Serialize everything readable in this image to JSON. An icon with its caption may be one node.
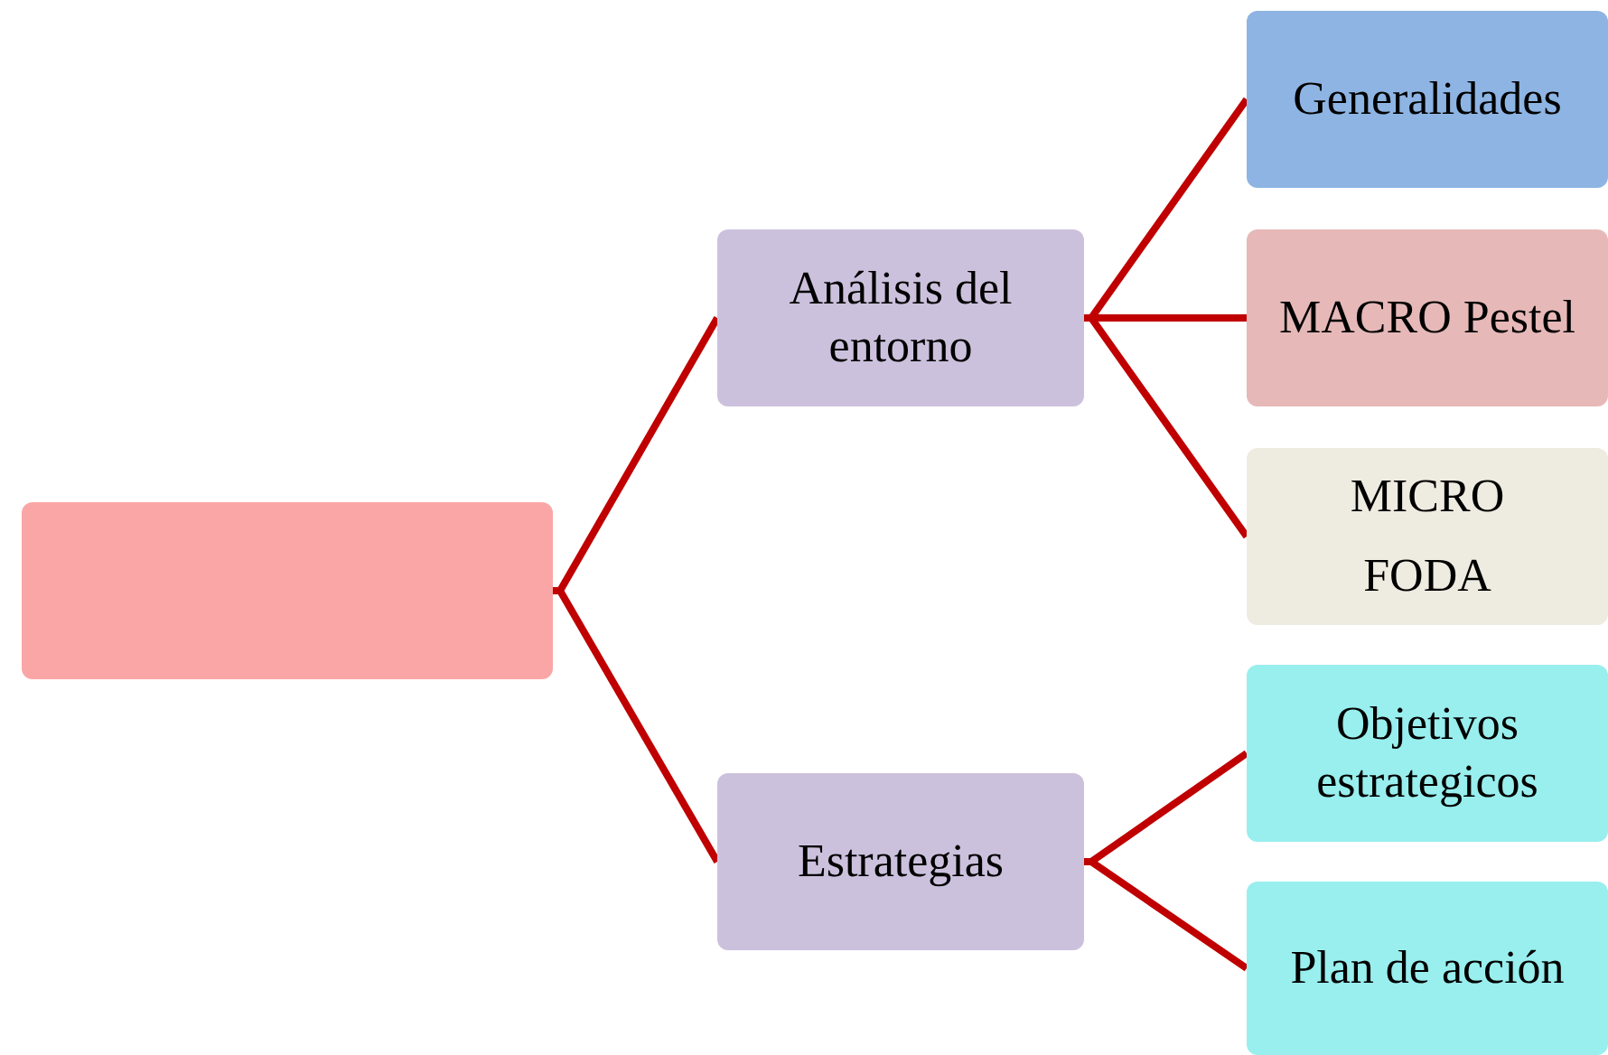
{
  "diagram": {
    "nodes": [
      {
        "text": [],
        "shape": "box"
      },
      {
        "text": [
          "Análisis del entorno"
        ]
      },
      {
        "text": [
          "Estrategias"
        ]
      },
      {
        "text": [
          "Generalidades"
        ]
      },
      {
        "text": [
          "MACRO Pestel"
        ]
      },
      {
        "text": [
          "MICRO",
          "FODA"
        ]
      },
      {
        "text": [
          "Objetivos estrategicos"
        ]
      },
      {
        "text": [
          "Plan de acción"
        ]
      }
    ],
    "edges": [
      {
        "from": 0,
        "to": 1,
        "arrow": "none"
      },
      {
        "from": 0,
        "to": 2,
        "arrow": "none"
      },
      {
        "from": 1,
        "to": 3,
        "arrow": "none"
      },
      {
        "from": 1,
        "to": 4,
        "arrow": "none"
      },
      {
        "from": 1,
        "to": 5,
        "arrow": "none"
      },
      {
        "from": 2,
        "to": 6,
        "arrow": "none"
      },
      {
        "from": 2,
        "to": 7,
        "arrow": "none"
      }
    ]
  }
}
